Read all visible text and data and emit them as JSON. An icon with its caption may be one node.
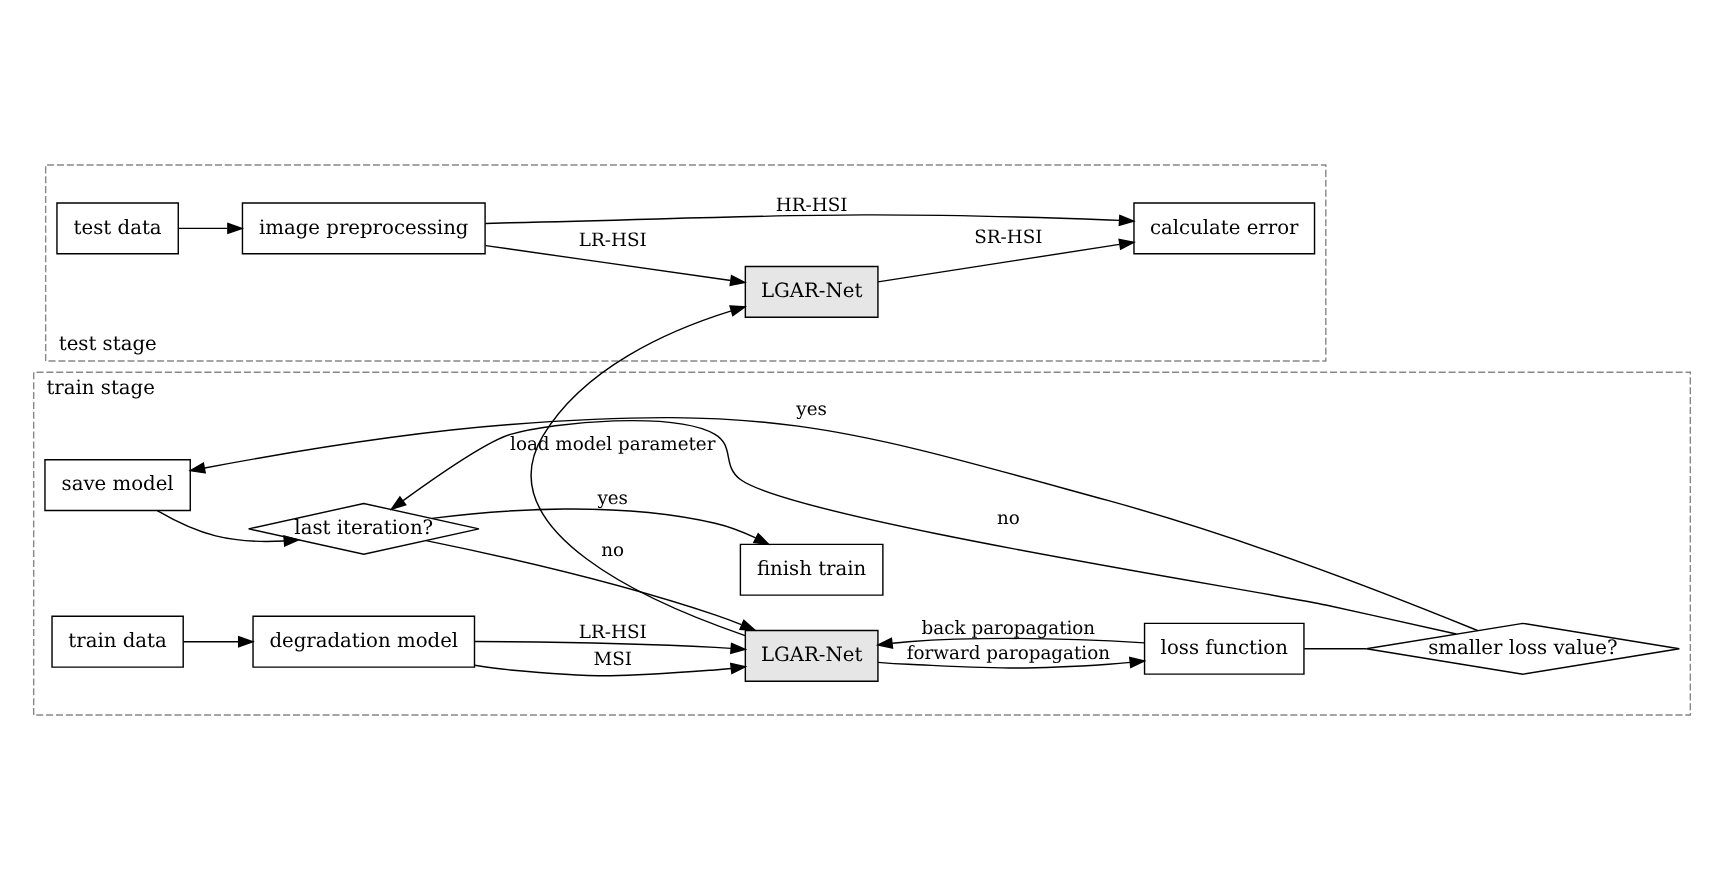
{
  "diagram": {
    "nodes": [
      {
        "text": [
          "train stage"
        ]
      },
      {
        "text": [
          "finish train"
        ],
        "in": 0
      },
      {
        "text": [
          "last iteration?"
        ],
        "in": 0
      },
      {
        "text": [
          "save model"
        ],
        "in": 0
      },
      {
        "text": [
          "smaller loss value?"
        ],
        "in": 0
      },
      {
        "text": [
          "train data"
        ],
        "in": 0
      },
      {
        "text": [
          "degradation model"
        ],
        "in": 0
      },
      {
        "text": [
          "LGAR-Net"
        ],
        "in": 0
      },
      {
        "text": [
          "loss function"
        ],
        "in": 0
      },
      {
        "text": [
          "test stage"
        ]
      },
      {
        "text": [
          "test data"
        ],
        "in": 9
      },
      {
        "text": [
          "image preprocessing"
        ],
        "in": 9
      },
      {
        "text": [
          "LGAR-Net"
        ],
        "in": 9
      },
      {
        "text": [
          "calculate error"
        ],
        "in": 9
      }
    ],
    "edges": [
      {
        "from": 5,
        "to": 6,
        "arrow": "to"
      },
      {
        "from": 6,
        "to": 7,
        "arrow": "to",
        "label": "MSI"
      },
      {
        "from": 6,
        "to": 7,
        "arrow": "to",
        "label": "LR-HSI"
      },
      {
        "from": 7,
        "to": 8,
        "arrow": "to",
        "label": "forward paropagation"
      },
      {
        "from": 8,
        "to": 7,
        "arrow": "to",
        "label": "back paropagation"
      },
      {
        "from": 8,
        "to": 4,
        "arrow": "none"
      },
      {
        "from": 4,
        "to": 3,
        "arrow": "to",
        "label": "yes"
      },
      {
        "from": 3,
        "to": 2,
        "arrow": "to"
      },
      {
        "from": 4,
        "to": 2,
        "arrow": "to",
        "label": "no"
      },
      {
        "from": 2,
        "to": 1,
        "arrow": "to",
        "label": "yes"
      },
      {
        "from": 2,
        "to": 7,
        "arrow": "to",
        "label": "no"
      },
      {
        "from": 7,
        "to": 12,
        "arrow": "to",
        "label": "load model parameter"
      },
      {
        "from": 10,
        "to": 11,
        "arrow": "to"
      },
      {
        "from": 11,
        "to": 12,
        "arrow": "to",
        "label": "LR-HSI"
      },
      {
        "from": 12,
        "to": 13,
        "arrow": "to",
        "label": "SR-HSI"
      },
      {
        "from": 11,
        "to": 13,
        "arrow": "to",
        "label": "HR-HSI"
      }
    ]
  }
}
